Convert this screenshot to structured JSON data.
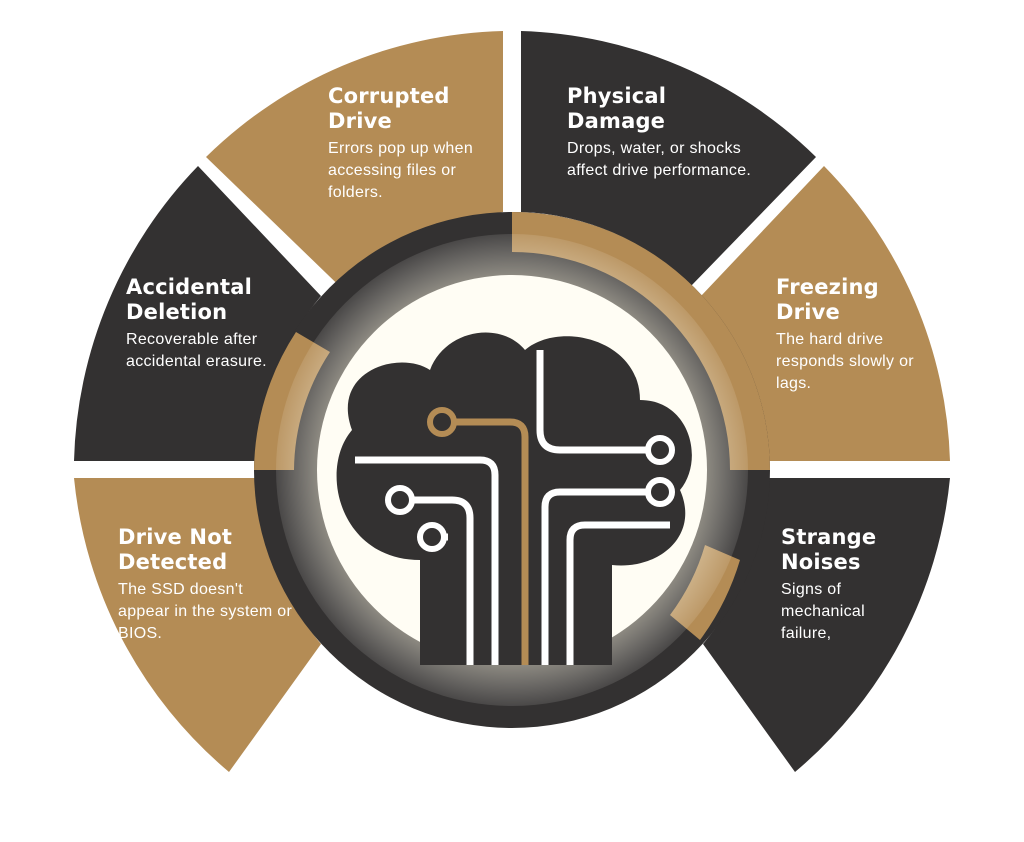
{
  "colors": {
    "gold": "#b48c55",
    "dark": "#333131",
    "white": "#ffffff",
    "glow": "#fff6d4"
  },
  "icon": "cloud-circuit-icon",
  "segments": [
    {
      "id": "drive-not-detected",
      "fill": "gold",
      "title": "Drive Not Detected",
      "description": "The SSD doesn't appear in the system or BIOS."
    },
    {
      "id": "accidental-deletion",
      "fill": "dark",
      "title": "Accidental Deletion",
      "description": "Recoverable after accidental erasure."
    },
    {
      "id": "corrupted-drive",
      "fill": "gold",
      "title": "Corrupted Drive",
      "description": "Errors pop up when accessing files or folders."
    },
    {
      "id": "physical-damage",
      "fill": "dark",
      "title": "Physical Damage",
      "description": "Drops, water, or shocks affect drive performance."
    },
    {
      "id": "freezing-drive",
      "fill": "gold",
      "title": "Freezing Drive",
      "description": "The hard drive responds slowly or lags."
    },
    {
      "id": "strange-noises",
      "fill": "dark",
      "title": "Strange Noises",
      "description": "Signs of mechanical failure,"
    }
  ]
}
